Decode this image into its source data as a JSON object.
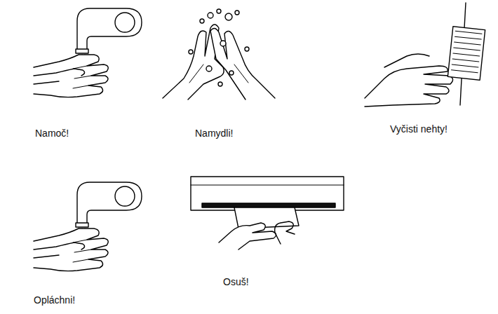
{
  "diagram": {
    "labels": [
      "Namoč!",
      "Namydli!",
      "Vyčisti nehty!",
      "Opláchni!",
      "Osuš!"
    ]
  }
}
